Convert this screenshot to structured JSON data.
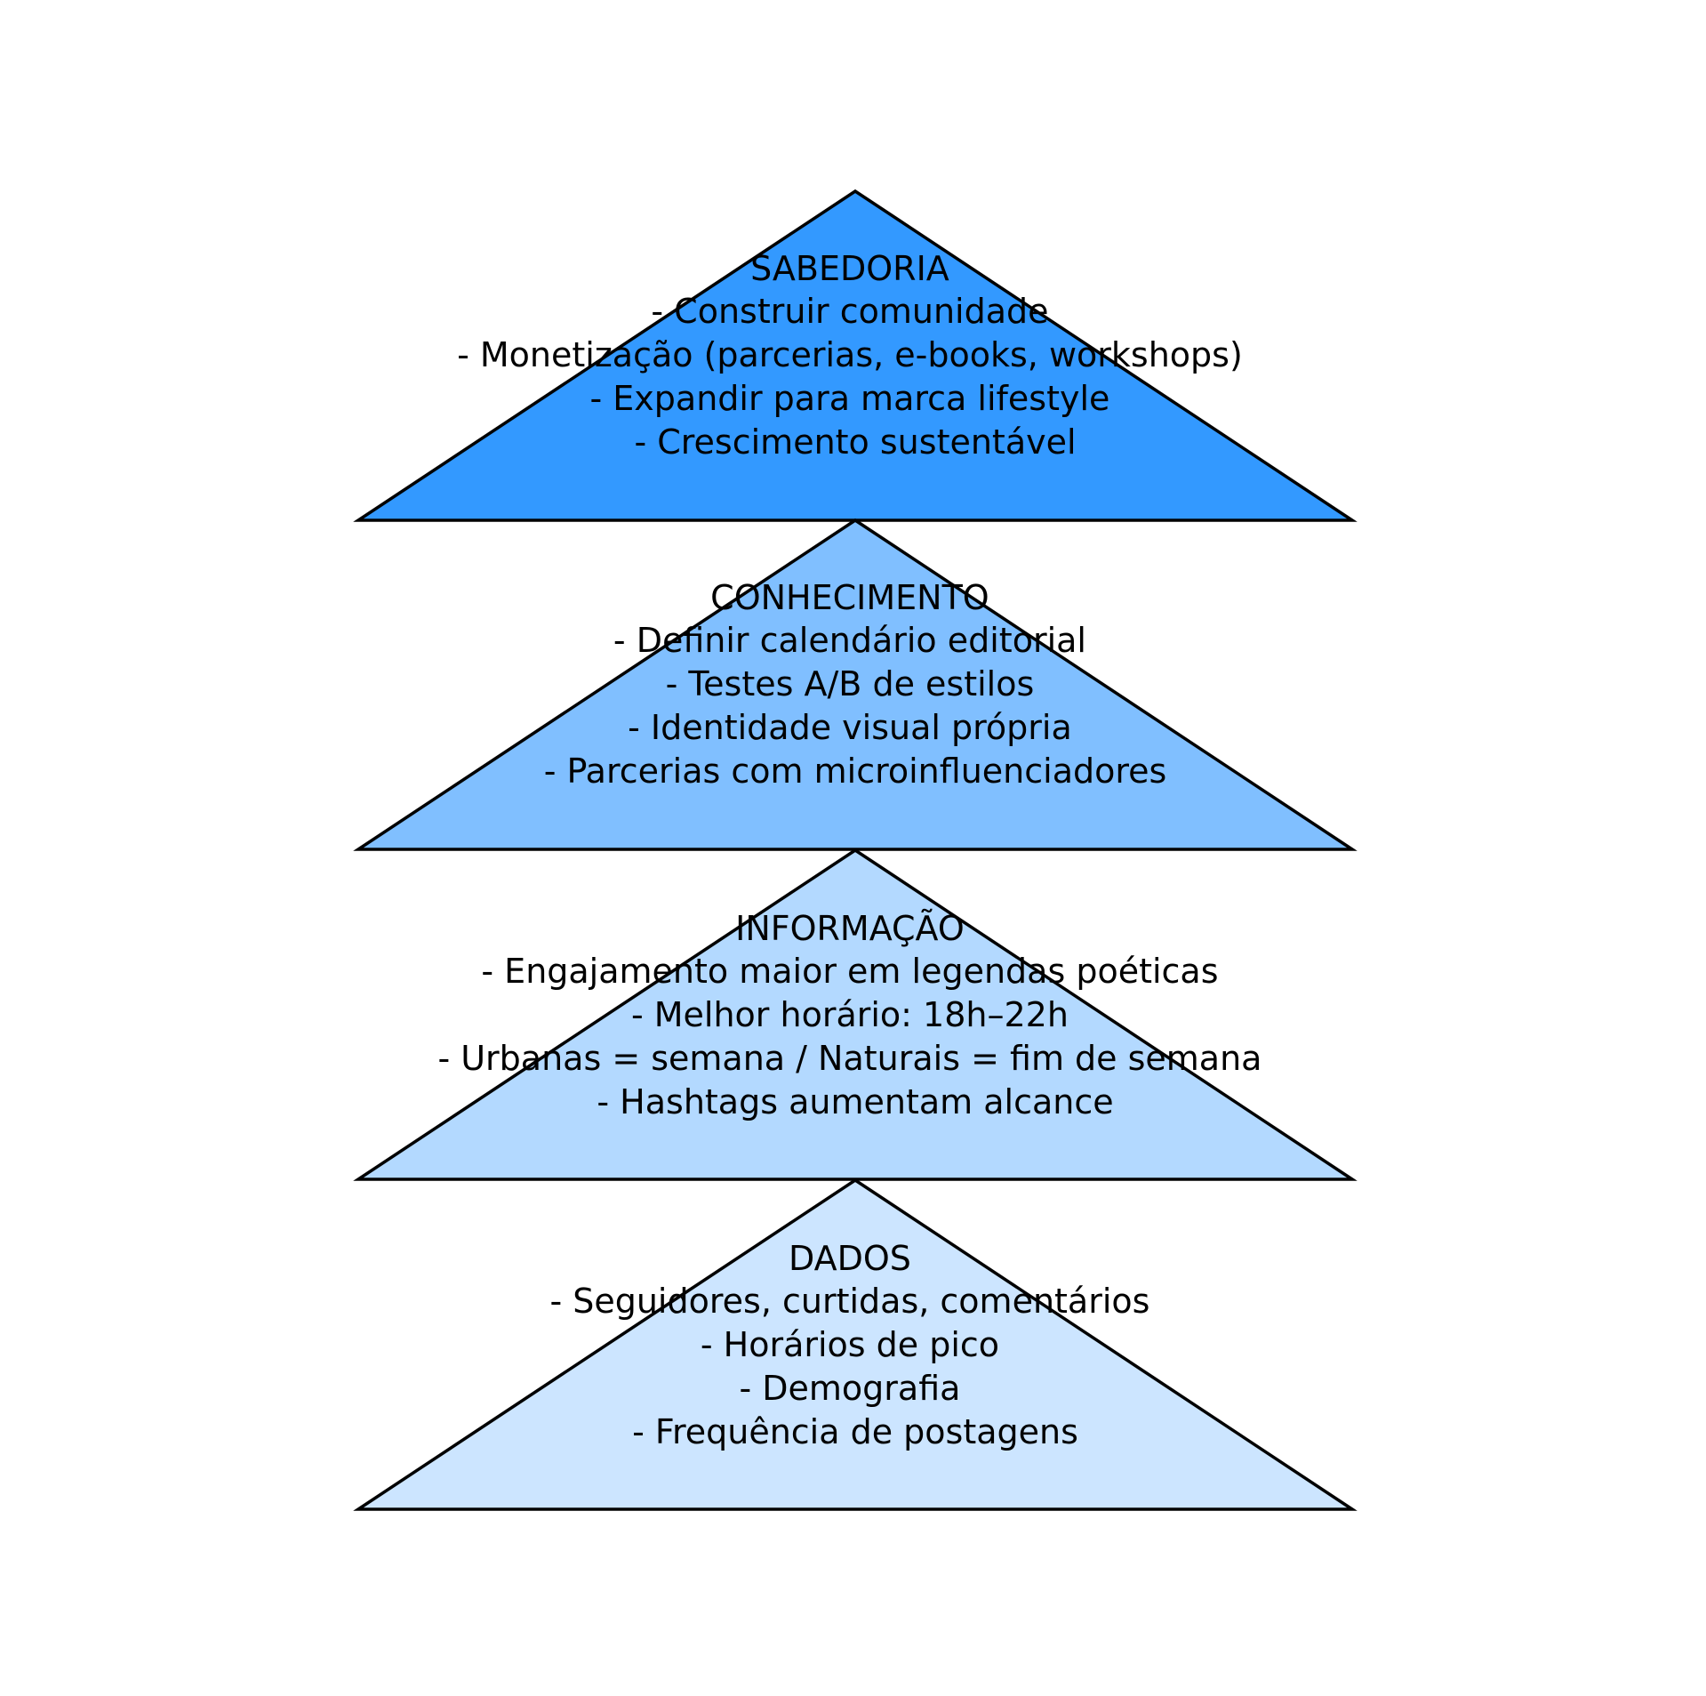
{
  "levels": [
    {
      "title": "SABEDORIA",
      "lines": [
        "- Construir comunidade",
        "- Monetização (parcerias, e-books, workshops)",
        "- Expandir para marca lifestyle",
        "- Crescimento sustentável"
      ],
      "color": "#3399ff"
    },
    {
      "title": "CONHECIMENTO",
      "lines": [
        "- Definir calendário editorial",
        "- Testes A/B de estilos",
        "- Identidade visual própria",
        "- Parcerias com microinfluenciadores"
      ],
      "color": "#80bfff"
    },
    {
      "title": "INFORMAÇÃO",
      "lines": [
        "- Engajamento maior em legendas poéticas",
        "- Melhor horário: 18h–22h",
        "- Urbanas = semana / Naturais = fim de semana",
        "- Hashtags aumentam alcance"
      ],
      "color": "#b3d9ff"
    },
    {
      "title": "DADOS",
      "lines": [
        "- Seguidores, curtidas, comentários",
        "- Horários de pico",
        "- Demografia",
        "- Frequência de postagens"
      ],
      "color": "#cce5ff"
    }
  ]
}
